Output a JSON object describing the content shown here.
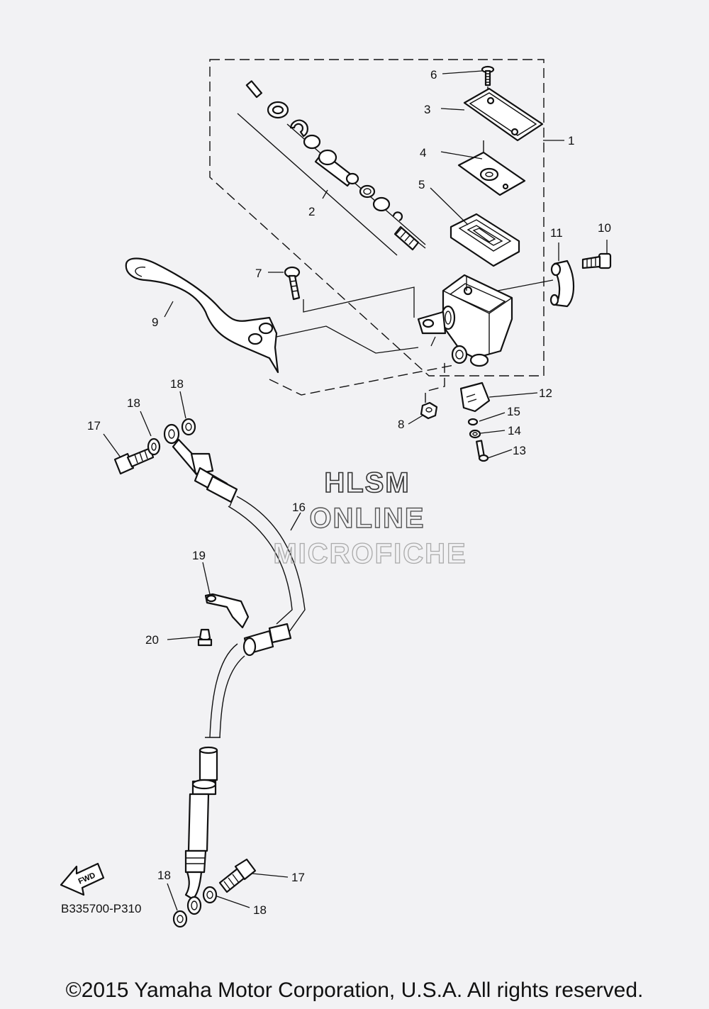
{
  "callouts": {
    "n1": "1",
    "n2": "2",
    "n3": "3",
    "n4": "4",
    "n5": "5",
    "n6": "6",
    "n7": "7",
    "n8": "8",
    "n9": "9",
    "n10": "10",
    "n11": "11",
    "n12": "12",
    "n13": "13",
    "n14": "14",
    "n15": "15",
    "n16": "16",
    "n17a": "17",
    "n17b": "17",
    "n18a": "18",
    "n18b": "18",
    "n18c": "18",
    "n18d": "18",
    "n19": "19",
    "n20": "20"
  },
  "fwd_label": "FWD",
  "diagram_code": "B335700-P310",
  "watermark": {
    "line1": "HLSM",
    "line2": "ONLINE",
    "line3": "MICROFICHE"
  },
  "copyright": "©2015 Yamaha Motor Corporation, U.S.A. All rights reserved."
}
